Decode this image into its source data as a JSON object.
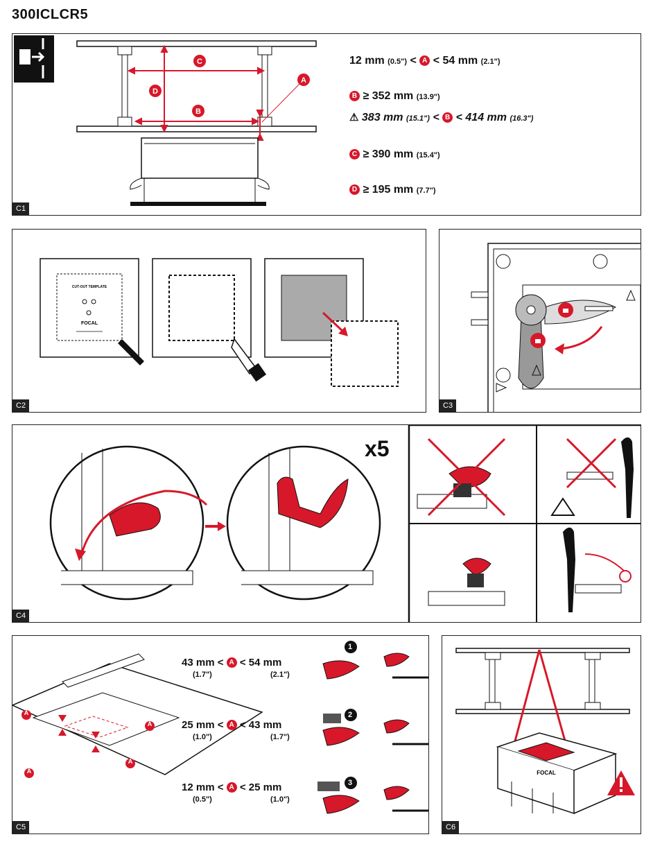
{
  "title": "300ICLCR5",
  "panels": {
    "c1": "C1",
    "c2": "C2",
    "c3": "C3",
    "c4": "C4",
    "c5": "C5",
    "c6": "C6"
  },
  "c1": {
    "labels": {
      "a": "A",
      "b": "B",
      "c": "C",
      "d": "D"
    },
    "spec1": {
      "min": "12 mm",
      "min_in": "(0.5\")",
      "lt1": "<",
      "lt2": "<",
      "max": "54 mm",
      "max_in": "(2.1\")"
    },
    "spec2": {
      "op": "≥",
      "val": "352 mm",
      "val_in": "(13.9\")"
    },
    "spec3": {
      "min": "383 mm",
      "min_in": "(15.1\")",
      "lt1": "<",
      "lt2": "<",
      "max": "414 mm",
      "max_in": "(16.3\")"
    },
    "spec4": {
      "op": "≥",
      "val": "390 mm",
      "val_in": "(15.4\")"
    },
    "spec5": {
      "op": "≥",
      "val": "195 mm",
      "val_in": "(7.7\")"
    }
  },
  "c2": {
    "template_title": "CUT-OUT TEMPLATE",
    "brand": "FOCAL"
  },
  "c4": {
    "count": "x5"
  },
  "c5": {
    "row1": {
      "range": "43 mm  <  < 54 mm",
      "a": "43 mm",
      "b": "54 mm",
      "a_in": "(1.7\")",
      "b_in": "(2.1\")",
      "step": "1"
    },
    "row2": {
      "a": "25 mm",
      "b": "43 mm",
      "a_in": "(1.0\")",
      "b_in": "(1.7\")",
      "step": "2"
    },
    "row3": {
      "a": "12 mm",
      "b": "25 mm",
      "a_in": "(0.5\")",
      "b_in": "(1.0\")",
      "step": "3"
    },
    "lt": "<"
  },
  "c6": {
    "brand": "FOCAL"
  }
}
